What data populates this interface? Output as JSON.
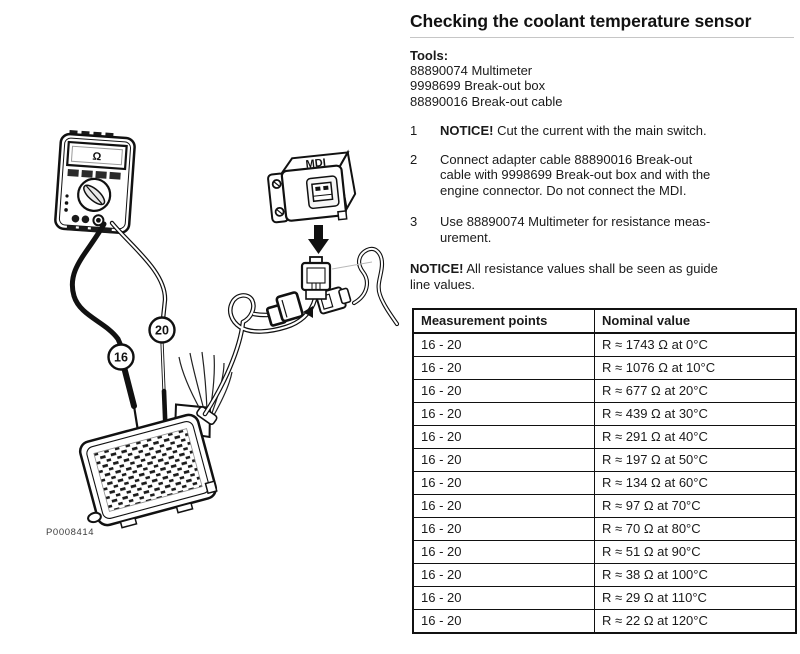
{
  "colors": {
    "text": "#1a1a1a",
    "table_border": "#111111",
    "rule": "#c6c6c6",
    "line_art": "#111111"
  },
  "content": {
    "title": "Checking the coolant temperature sensor",
    "tools_heading": "Tools:",
    "tools": [
      "88890074 Multimeter",
      "9998699 Break-out box",
      "88890016 Break-out cable"
    ],
    "steps": [
      {
        "num": "1",
        "bold": "NOTICE!",
        "text": " Cut the current with the main switch."
      },
      {
        "num": "2",
        "bold": "",
        "text": "Connect adapter cable 88890016 Break-out\ncable with 9998699 Break-out box and with the\nengine connector. Do not connect the MDI."
      },
      {
        "num": "3",
        "bold": "",
        "text": "Use 88890074 Multimeter for resistance meas-\nurement."
      }
    ],
    "notice_bold": "NOTICE!",
    "notice_text": " All resistance values shall be seen as guide\nline values."
  },
  "table": {
    "headers": [
      "Measurement points",
      "Nominal value"
    ],
    "rows": [
      [
        "16 - 20",
        "R ≈ 1743 Ω at 0°C"
      ],
      [
        "16 - 20",
        "R ≈ 1076 Ω at 10°C"
      ],
      [
        "16 - 20",
        "R ≈ 677 Ω at 20°C"
      ],
      [
        "16 - 20",
        "R ≈ 439 Ω at 30°C"
      ],
      [
        "16 - 20",
        "R ≈ 291 Ω at 40°C"
      ],
      [
        "16 - 20",
        "R ≈ 197 Ω at 50°C"
      ],
      [
        "16 - 20",
        "R ≈ 134 Ω at 60°C"
      ],
      [
        "16 - 20",
        "R ≈ 97 Ω at 70°C"
      ],
      [
        "16 - 20",
        "R ≈ 70 Ω at 80°C"
      ],
      [
        "16 - 20",
        "R ≈ 51 Ω at 90°C"
      ],
      [
        "16 - 20",
        "R ≈ 38 Ω at 100°C"
      ],
      [
        "16 - 20",
        "R ≈ 29 Ω at 110°C"
      ],
      [
        "16 - 20",
        "R ≈ 22 Ω at 120°C"
      ]
    ]
  },
  "figure": {
    "caption_id": "P0008414",
    "mdi_label": "MDI",
    "multimeter_display": "Ω",
    "callout_16": "16",
    "callout_20": "20"
  }
}
